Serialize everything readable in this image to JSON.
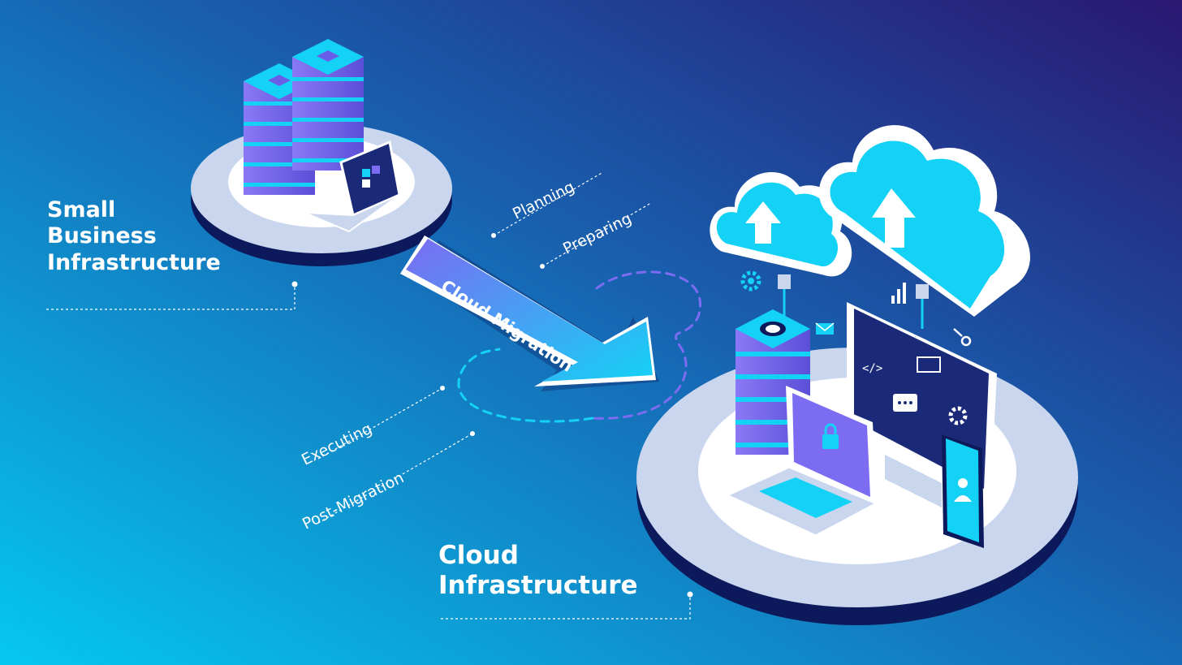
{
  "labels": {
    "small_business": [
      "Small",
      "Business",
      "Infrastructure"
    ],
    "cloud_infrastructure": [
      "Cloud",
      "Infrastructure"
    ]
  },
  "arrow_label": "Cloud Migration",
  "steps": {
    "planning": "Planning",
    "preparing": "Preparing",
    "executing": "Executing",
    "post_migration": "Post-Migration"
  },
  "colors": {
    "bg_top_right": "#2a1772",
    "bg_bottom_left": "#05c8f0",
    "accent_cyan": "#14d2f5",
    "accent_purple": "#7b6cf2",
    "platform_light": "#c9d6ee",
    "platform_dark": "#0c1a5c"
  }
}
